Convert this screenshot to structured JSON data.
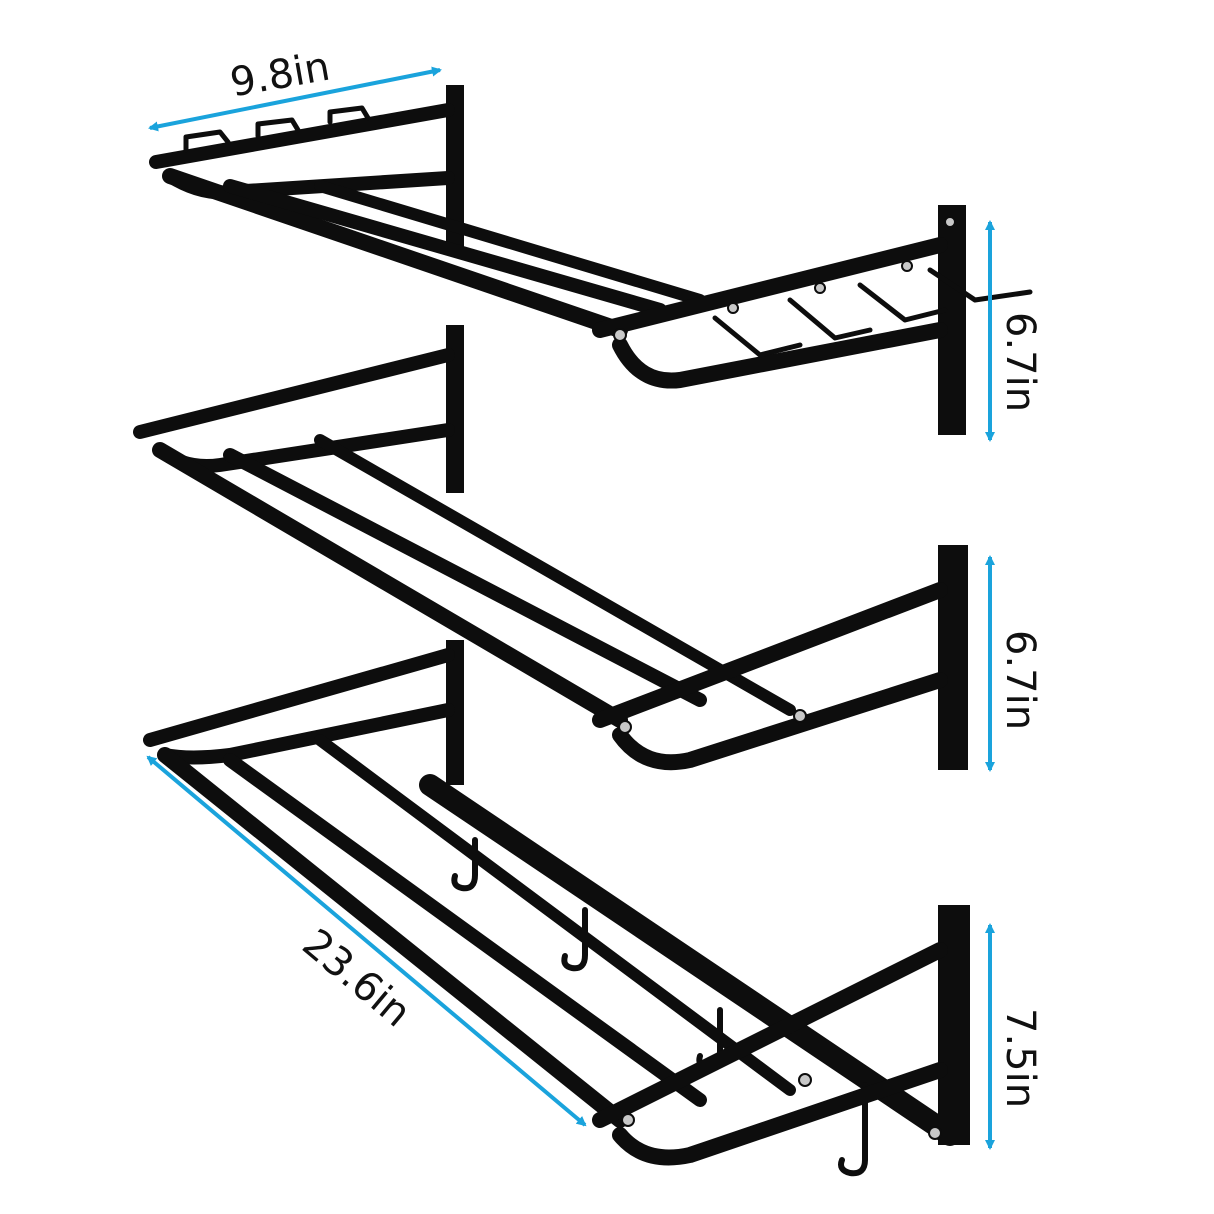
{
  "colors": {
    "metal": "#0d0d0d",
    "dimension": "#1aa3dc",
    "background": "#ffffff",
    "screw": "#c8c8c8"
  },
  "dimensions": {
    "depth": "9.8in",
    "top_gap": "6.7in",
    "middle_gap": "6.7in",
    "bottom_height": "7.5in",
    "length": "23.6in"
  }
}
